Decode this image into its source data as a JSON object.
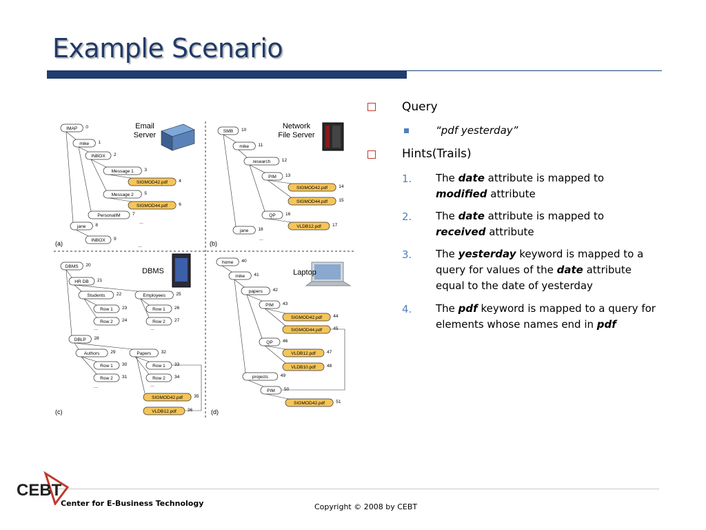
{
  "slide": {
    "title": "Example Scenario"
  },
  "query": {
    "heading": "Query",
    "example": "“pdf yesterday”"
  },
  "hints": {
    "heading": "Hints(Trails)",
    "items": [
      {
        "number": "1.",
        "parts": [
          "The ",
          "date",
          " attribute is mapped to ",
          "modified",
          " attribute"
        ]
      },
      {
        "number": "2.",
        "parts": [
          "The ",
          "date",
          " attribute is mapped to ",
          "received",
          " attribute"
        ]
      },
      {
        "number": "3.",
        "parts": [
          "The ",
          "yesterday",
          " keyword is mapped to a query for values of the ",
          "date",
          " attribute equal to the date of yesterday"
        ]
      },
      {
        "number": "4.",
        "parts": [
          "The ",
          "pdf",
          " keyword is mapped to a query for elements whose names end in ",
          "pdf",
          ""
        ]
      }
    ]
  },
  "figure": {
    "panel_a": {
      "label": "(a)",
      "server": "Email\nServer"
    },
    "panel_b": {
      "label": "(b)",
      "server": "Network\nFile Server"
    },
    "panel_c": {
      "label": "(c)",
      "server": "DBMS"
    },
    "panel_d": {
      "label": "(d)",
      "server": "Laptop"
    },
    "nodes_a": [
      {
        "t": "IMAP",
        "n": "0",
        "hl": false
      },
      {
        "t": "mike",
        "n": "1",
        "hl": false
      },
      {
        "t": "INBOX",
        "n": "2",
        "hl": false
      },
      {
        "t": "Message 1",
        "n": "3",
        "hl": false
      },
      {
        "t": "SIGMOD42.pdf",
        "n": "4",
        "hl": true
      },
      {
        "t": "Message 2",
        "n": "5",
        "hl": false
      },
      {
        "t": "SIGMOD44.pdf",
        "n": "6",
        "hl": true
      },
      {
        "t": "PersonalIM",
        "n": "7",
        "hl": false
      },
      {
        "t": "jane",
        "n": "8",
        "hl": false
      },
      {
        "t": "INBOX",
        "n": "9",
        "hl": false
      }
    ],
    "nodes_b": [
      {
        "t": "SMB",
        "n": "10",
        "hl": false
      },
      {
        "t": "mike",
        "n": "11",
        "hl": false
      },
      {
        "t": "research",
        "n": "12",
        "hl": false
      },
      {
        "t": "PIM",
        "n": "13",
        "hl": false
      },
      {
        "t": "SIGMOD42.pdf",
        "n": "14",
        "hl": true
      },
      {
        "t": "SIGMOD44.pdf",
        "n": "15",
        "hl": true
      },
      {
        "t": "QP",
        "n": "16",
        "hl": false
      },
      {
        "t": "VLDB12.pdf",
        "n": "17",
        "hl": true
      },
      {
        "t": "jane",
        "n": "18",
        "hl": false
      }
    ],
    "nodes_c": [
      {
        "t": "DBMS",
        "n": "20",
        "hl": false
      },
      {
        "t": "HR DB",
        "n": "21",
        "hl": false
      },
      {
        "t": "Students",
        "n": "22",
        "hl": false
      },
      {
        "t": "Row 1",
        "n": "23",
        "hl": false
      },
      {
        "t": "Row 2",
        "n": "24",
        "hl": false
      },
      {
        "t": "Employees",
        "n": "25",
        "hl": false
      },
      {
        "t": "Row 1",
        "n": "26",
        "hl": false
      },
      {
        "t": "Row 2",
        "n": "27",
        "hl": false
      },
      {
        "t": "DBLP",
        "n": "28",
        "hl": false
      },
      {
        "t": "Authors",
        "n": "29",
        "hl": false
      },
      {
        "t": "Row 1",
        "n": "30",
        "hl": false
      },
      {
        "t": "Row 2",
        "n": "31",
        "hl": false
      },
      {
        "t": "Papers",
        "n": "32",
        "hl": false
      },
      {
        "t": "Row 1",
        "n": "33",
        "hl": false
      },
      {
        "t": "Row 2",
        "n": "34",
        "hl": false
      },
      {
        "t": "SIGMOD42.pdf",
        "n": "35",
        "hl": true
      },
      {
        "t": "VLDB12.pdf",
        "n": "36",
        "hl": true
      }
    ],
    "nodes_d": [
      {
        "t": "home",
        "n": "40",
        "hl": false
      },
      {
        "t": "mike",
        "n": "41",
        "hl": false
      },
      {
        "t": "papers",
        "n": "42",
        "hl": false
      },
      {
        "t": "PIM",
        "n": "43",
        "hl": false
      },
      {
        "t": "SIGMOD42.pdf",
        "n": "44",
        "hl": true
      },
      {
        "t": "SIGMOD44.pdf",
        "n": "45",
        "hl": true
      },
      {
        "t": "QP",
        "n": "46",
        "hl": false
      },
      {
        "t": "VLDB12.pdf",
        "n": "47",
        "hl": true
      },
      {
        "t": "VLDB10.pdf",
        "n": "48",
        "hl": true
      },
      {
        "t": "projects",
        "n": "49",
        "hl": false
      },
      {
        "t": "PIM",
        "n": "50",
        "hl": false
      },
      {
        "t": "SIGMOD42.pdf",
        "n": "51",
        "hl": true
      }
    ],
    "ellipsis": "..."
  },
  "footer": {
    "logo_text": "CEBT",
    "organization": "Center for E-Business Technology",
    "copyright": "Copyright © 2008 by CEBT"
  },
  "colors": {
    "title": "#1f3a68",
    "bar": "#203d6e",
    "bullet_square": "#c0392b",
    "sub_bullet": "#4f81bd",
    "highlight_node": "#f5c55a"
  }
}
